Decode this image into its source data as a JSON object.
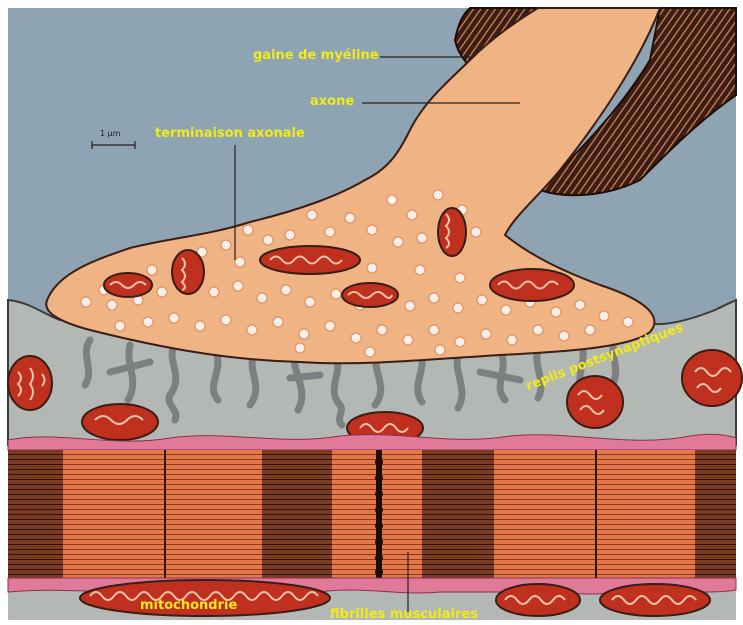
{
  "labels": {
    "myelin": "gaine de myéline",
    "axon": "axone",
    "terminal": "terminaison axonale",
    "folds": "replis postsynaptiques",
    "mitochondria": "mitochondrie",
    "fibrils": "fibrilles musculaires"
  },
  "scale_bar": "1 µm",
  "colors": {
    "background": "#8fa4b3",
    "axon": "#f0b484",
    "myelin_dark": "#3a1d14",
    "myelin_light": "#d98a5c",
    "vesicle": "#fbeee6",
    "mitochondria": "#c0301e",
    "cleft": "#b4b8b4",
    "muscle": "#e4784c",
    "pink": "#e07a98",
    "label": "#f2ea1a"
  }
}
